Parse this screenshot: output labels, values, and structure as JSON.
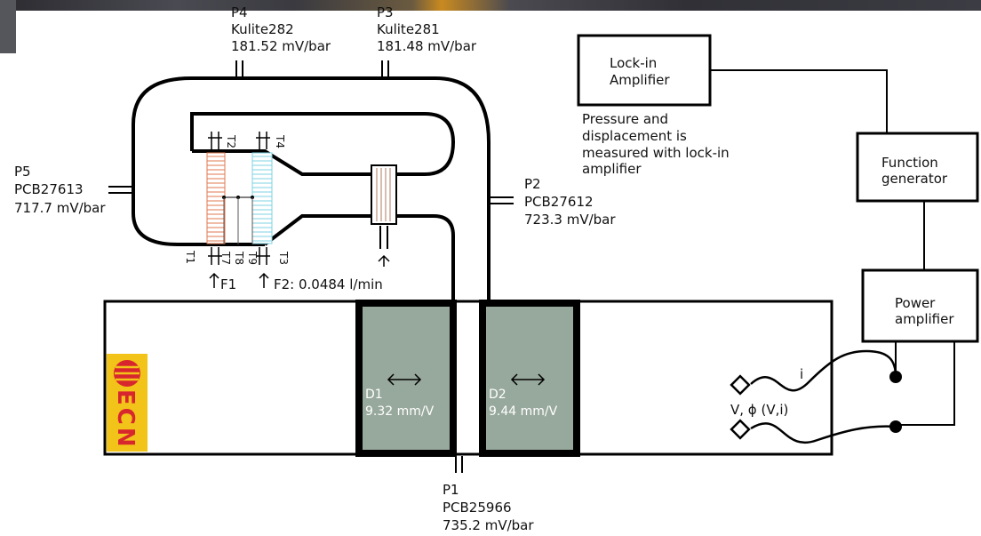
{
  "sensors": {
    "p4": {
      "id": "P4",
      "model": "Kulite282",
      "sens": "181.52 mV/bar"
    },
    "p3": {
      "id": "P3",
      "model": "Kulite281",
      "sens": "181.48 mV/bar"
    },
    "p5": {
      "id": "P5",
      "model": "PCB27613",
      "sens": "717.7 mV/bar"
    },
    "p2": {
      "id": "P2",
      "model": "PCB27612",
      "sens": "723.3 mV/bar"
    },
    "p1": {
      "id": "P1",
      "model": "PCB25966",
      "sens": "735.2 mV/bar"
    }
  },
  "thermocouples": {
    "t1": "T1",
    "t2": "T2",
    "t3": "T3",
    "t4": "T4",
    "t7": "T7",
    "t8": "T8",
    "t9": "T9"
  },
  "flows": {
    "f1": "F1",
    "f2": "F2: 0.0484 l/min"
  },
  "displacement": {
    "d1": {
      "id": "D1",
      "sens": "9.32 mm/V"
    },
    "d2": {
      "id": "D2",
      "sens": "9.44 mm/V"
    }
  },
  "instruments": {
    "lockin_line1": "Lock-in",
    "lockin_line2": "Amplifier",
    "note_line1": "Pressure and",
    "note_line2": "displacement is",
    "note_line3": "measured with lock-in",
    "note_line4": "amplifier",
    "funcgen_line1": "Function",
    "funcgen_line2": "generator",
    "power_line1": "Power",
    "power_line2": "amplifier"
  },
  "electrical": {
    "current": "i",
    "voltage": "V, ϕ (V,i)"
  },
  "logo": {
    "text": "ECN"
  },
  "colors": {
    "piston": "#97a89c",
    "hot_hx": "#e07a50",
    "cold_hx": "#7fd3e3",
    "logo_bg": "#f2c318",
    "logo_red": "#d8262e"
  }
}
